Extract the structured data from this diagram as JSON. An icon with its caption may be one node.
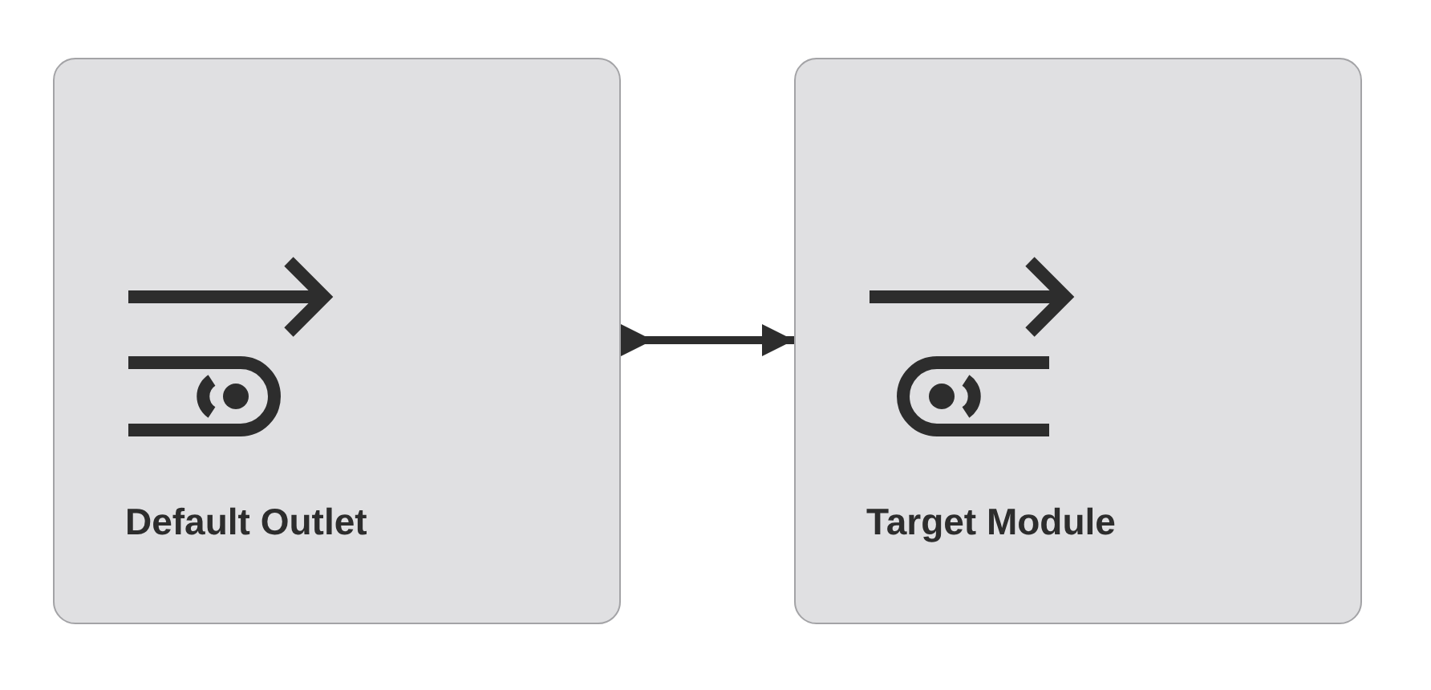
{
  "diagram": {
    "nodes": [
      {
        "text": [
          "Default Outlet"
        ]
      },
      {
        "text": [
          "Target Module"
        ]
      }
    ],
    "edges": [
      {
        "from": 0,
        "to": 1,
        "arrow": "to"
      }
    ]
  }
}
